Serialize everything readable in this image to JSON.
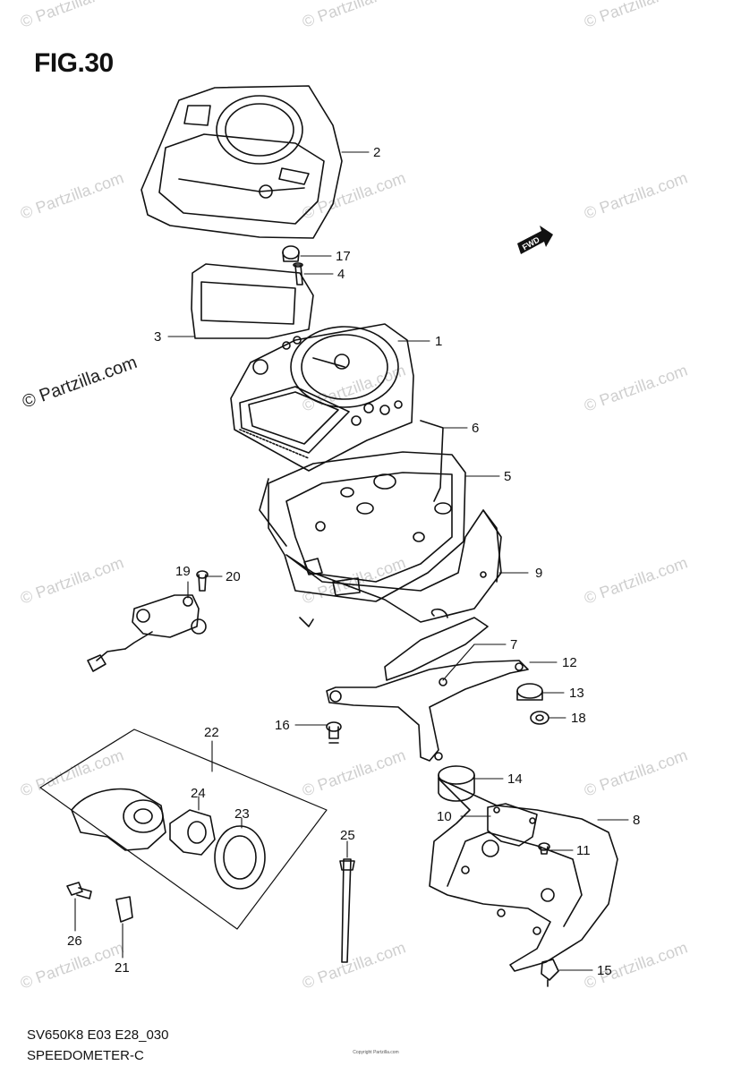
{
  "figure": {
    "title": "FIG.30",
    "code": "SV650K8 E03 E28_030",
    "name": "SPEEDOMETER-C",
    "copyright_small": "Copyright Partzilla.com"
  },
  "watermarks": {
    "text": "© Partzilla.com",
    "prominent": "© Partzilla.com"
  },
  "forward_marker": "FWD",
  "callouts": [
    {
      "id": "1",
      "label": "1"
    },
    {
      "id": "2",
      "label": "2"
    },
    {
      "id": "3",
      "label": "3"
    },
    {
      "id": "4",
      "label": "4"
    },
    {
      "id": "5",
      "label": "5"
    },
    {
      "id": "6",
      "label": "6"
    },
    {
      "id": "7",
      "label": "7"
    },
    {
      "id": "8",
      "label": "8"
    },
    {
      "id": "9",
      "label": "9"
    },
    {
      "id": "10",
      "label": "10"
    },
    {
      "id": "11",
      "label": "11"
    },
    {
      "id": "12",
      "label": "12"
    },
    {
      "id": "13",
      "label": "13"
    },
    {
      "id": "14",
      "label": "14"
    },
    {
      "id": "15",
      "label": "15"
    },
    {
      "id": "16",
      "label": "16"
    },
    {
      "id": "17",
      "label": "17"
    },
    {
      "id": "18",
      "label": "18"
    },
    {
      "id": "19",
      "label": "19"
    },
    {
      "id": "20",
      "label": "20"
    },
    {
      "id": "21",
      "label": "21"
    },
    {
      "id": "22",
      "label": "22"
    },
    {
      "id": "23",
      "label": "23"
    },
    {
      "id": "24",
      "label": "24"
    },
    {
      "id": "25",
      "label": "25"
    },
    {
      "id": "26",
      "label": "26"
    }
  ]
}
